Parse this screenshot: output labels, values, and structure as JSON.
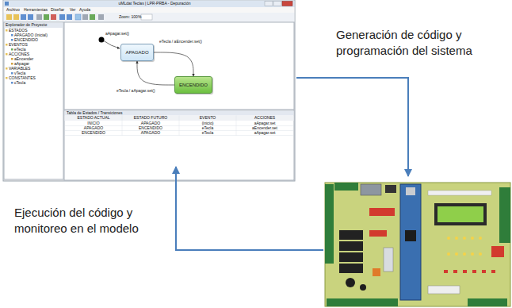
{
  "diagram": {
    "nodes": [
      {
        "text": [
          "APAGADO"
        ]
      },
      {
        "text": [
          "ENCENDIDO"
        ]
      }
    ],
    "edges": [
      {
        "from": 0,
        "to": 1,
        "label": "eTecla / aEncender.set()",
        "arrow": "to"
      },
      {
        "from": 1,
        "to": 0,
        "label": "eTecla / aApagar.set()",
        "arrow": "to"
      }
    ],
    "labels": [
      "uMLdat Teclas | LPR-PRBA - Depuración",
      "Archivo",
      "Herramientas",
      "Diseñar",
      "Ver",
      "Ayuda",
      "Zoom: 100%",
      "Explorador de Proyecto",
      "ESTADOS",
      "APAGADO (Inicial)",
      "ENCENDIDO",
      "EVENTOS",
      "eTecla",
      "ACCIONES",
      "aEncender",
      "aApagar",
      "VARIABLES",
      "vTecla",
      "CONSTANTES",
      "cTecla",
      "aApagar.set()",
      "Tabla de Estados / Transiciones",
      "ESTADO ACTUAL",
      "ESTADO FUTURO",
      "EVENTO",
      "ACCIONES",
      "INICIO",
      "APAGADO",
      "(inicio)",
      "aApagar.set",
      "APAGADO",
      "ENCENDIDO",
      "eTecla",
      "aEncender.set",
      "ENCENDIDO",
      "APAGADO",
      "eTecla",
      "aApagar.set",
      "Generación de código y programación del sistema",
      "Ejecución del código y monitoreo en el modelo"
    ]
  }
}
